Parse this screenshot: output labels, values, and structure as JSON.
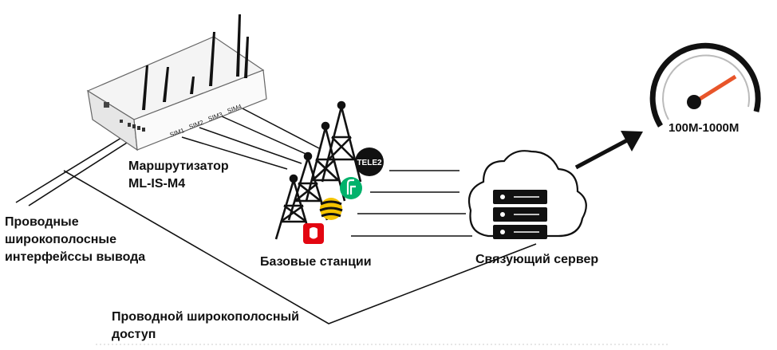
{
  "labels": {
    "router_line1": "Маршрутизатор",
    "router_line2": "ML-IS-M4",
    "wired_iface_line1": "Проводные",
    "wired_iface_line2": "широкополосные",
    "wired_iface_line3": "интерфейссы вывода",
    "base_stations": "Базовые станции",
    "server": "Связующий сервер",
    "speed": "100M-1000M",
    "wired_access_line1": "Проводной широкополосный",
    "wired_access_line2": "доступ"
  },
  "router_ports": [
    "SIM1",
    "SIM2",
    "SIM3",
    "SIM4"
  ],
  "operators": [
    {
      "name": "TELE2",
      "icon": "tele2-logo-icon",
      "color": "#111111"
    },
    {
      "name": "MegaFon",
      "icon": "megafon-logo-icon",
      "color": "#00b26b"
    },
    {
      "name": "Beeline",
      "icon": "beeline-logo-icon",
      "color": "#f5c400"
    },
    {
      "name": "MTS",
      "icon": "mts-logo-icon",
      "color": "#e30611"
    }
  ],
  "colors": {
    "line": "#111111",
    "gauge_needle": "#e8552a"
  }
}
